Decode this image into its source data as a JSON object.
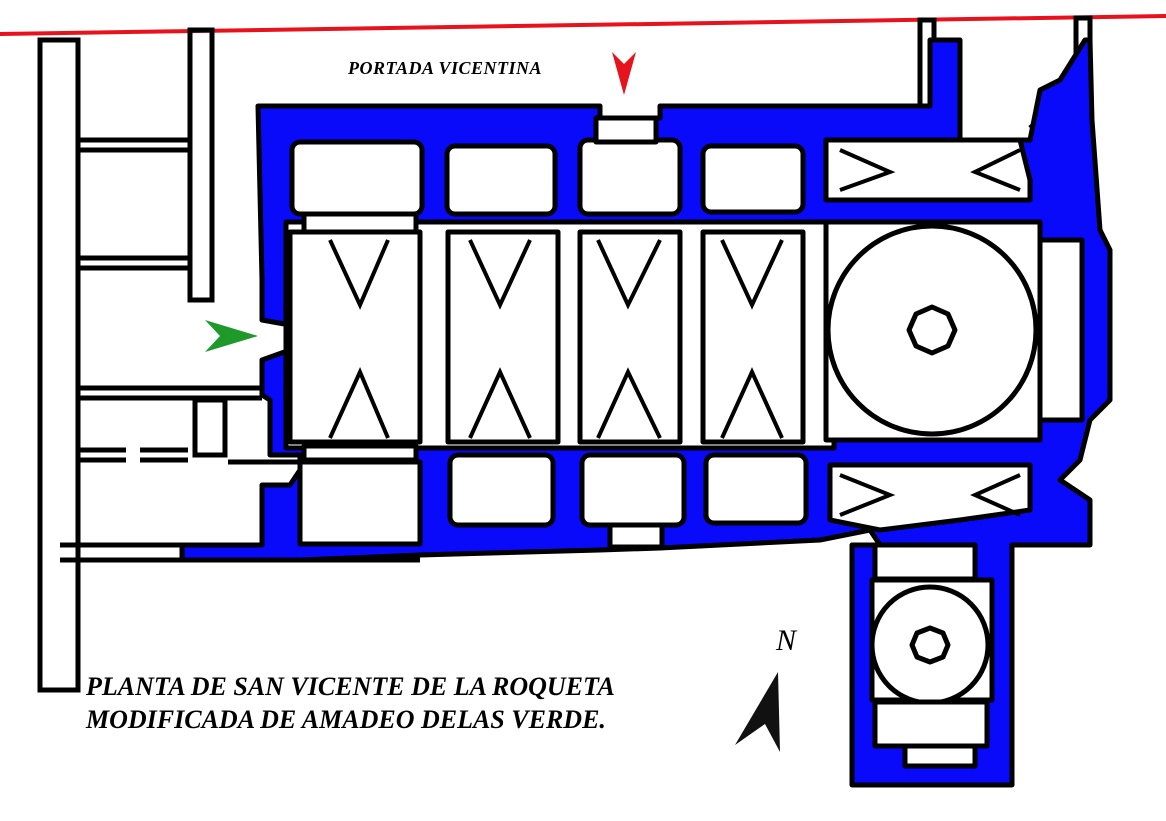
{
  "labels": {
    "portada": "PORTADA VICENTINA",
    "north": "N",
    "title_line_1": "PLANTA DE SAN VICENTE DE LA ROQUETA",
    "title_line_2": "MODIFICADA DE AMADEO DELAS VERDE."
  },
  "colors": {
    "walls": "#0a0afa",
    "boundary_line": "#e8121c",
    "portada_arrow": "#e8121c",
    "entrance_arrow": "#1f9a2a",
    "north_arrow": "#111111"
  },
  "icons": {
    "portada_marker": "red-down-arrow-icon",
    "entrance_marker": "green-right-arrow-icon",
    "north_marker": "north-arrow-icon"
  }
}
